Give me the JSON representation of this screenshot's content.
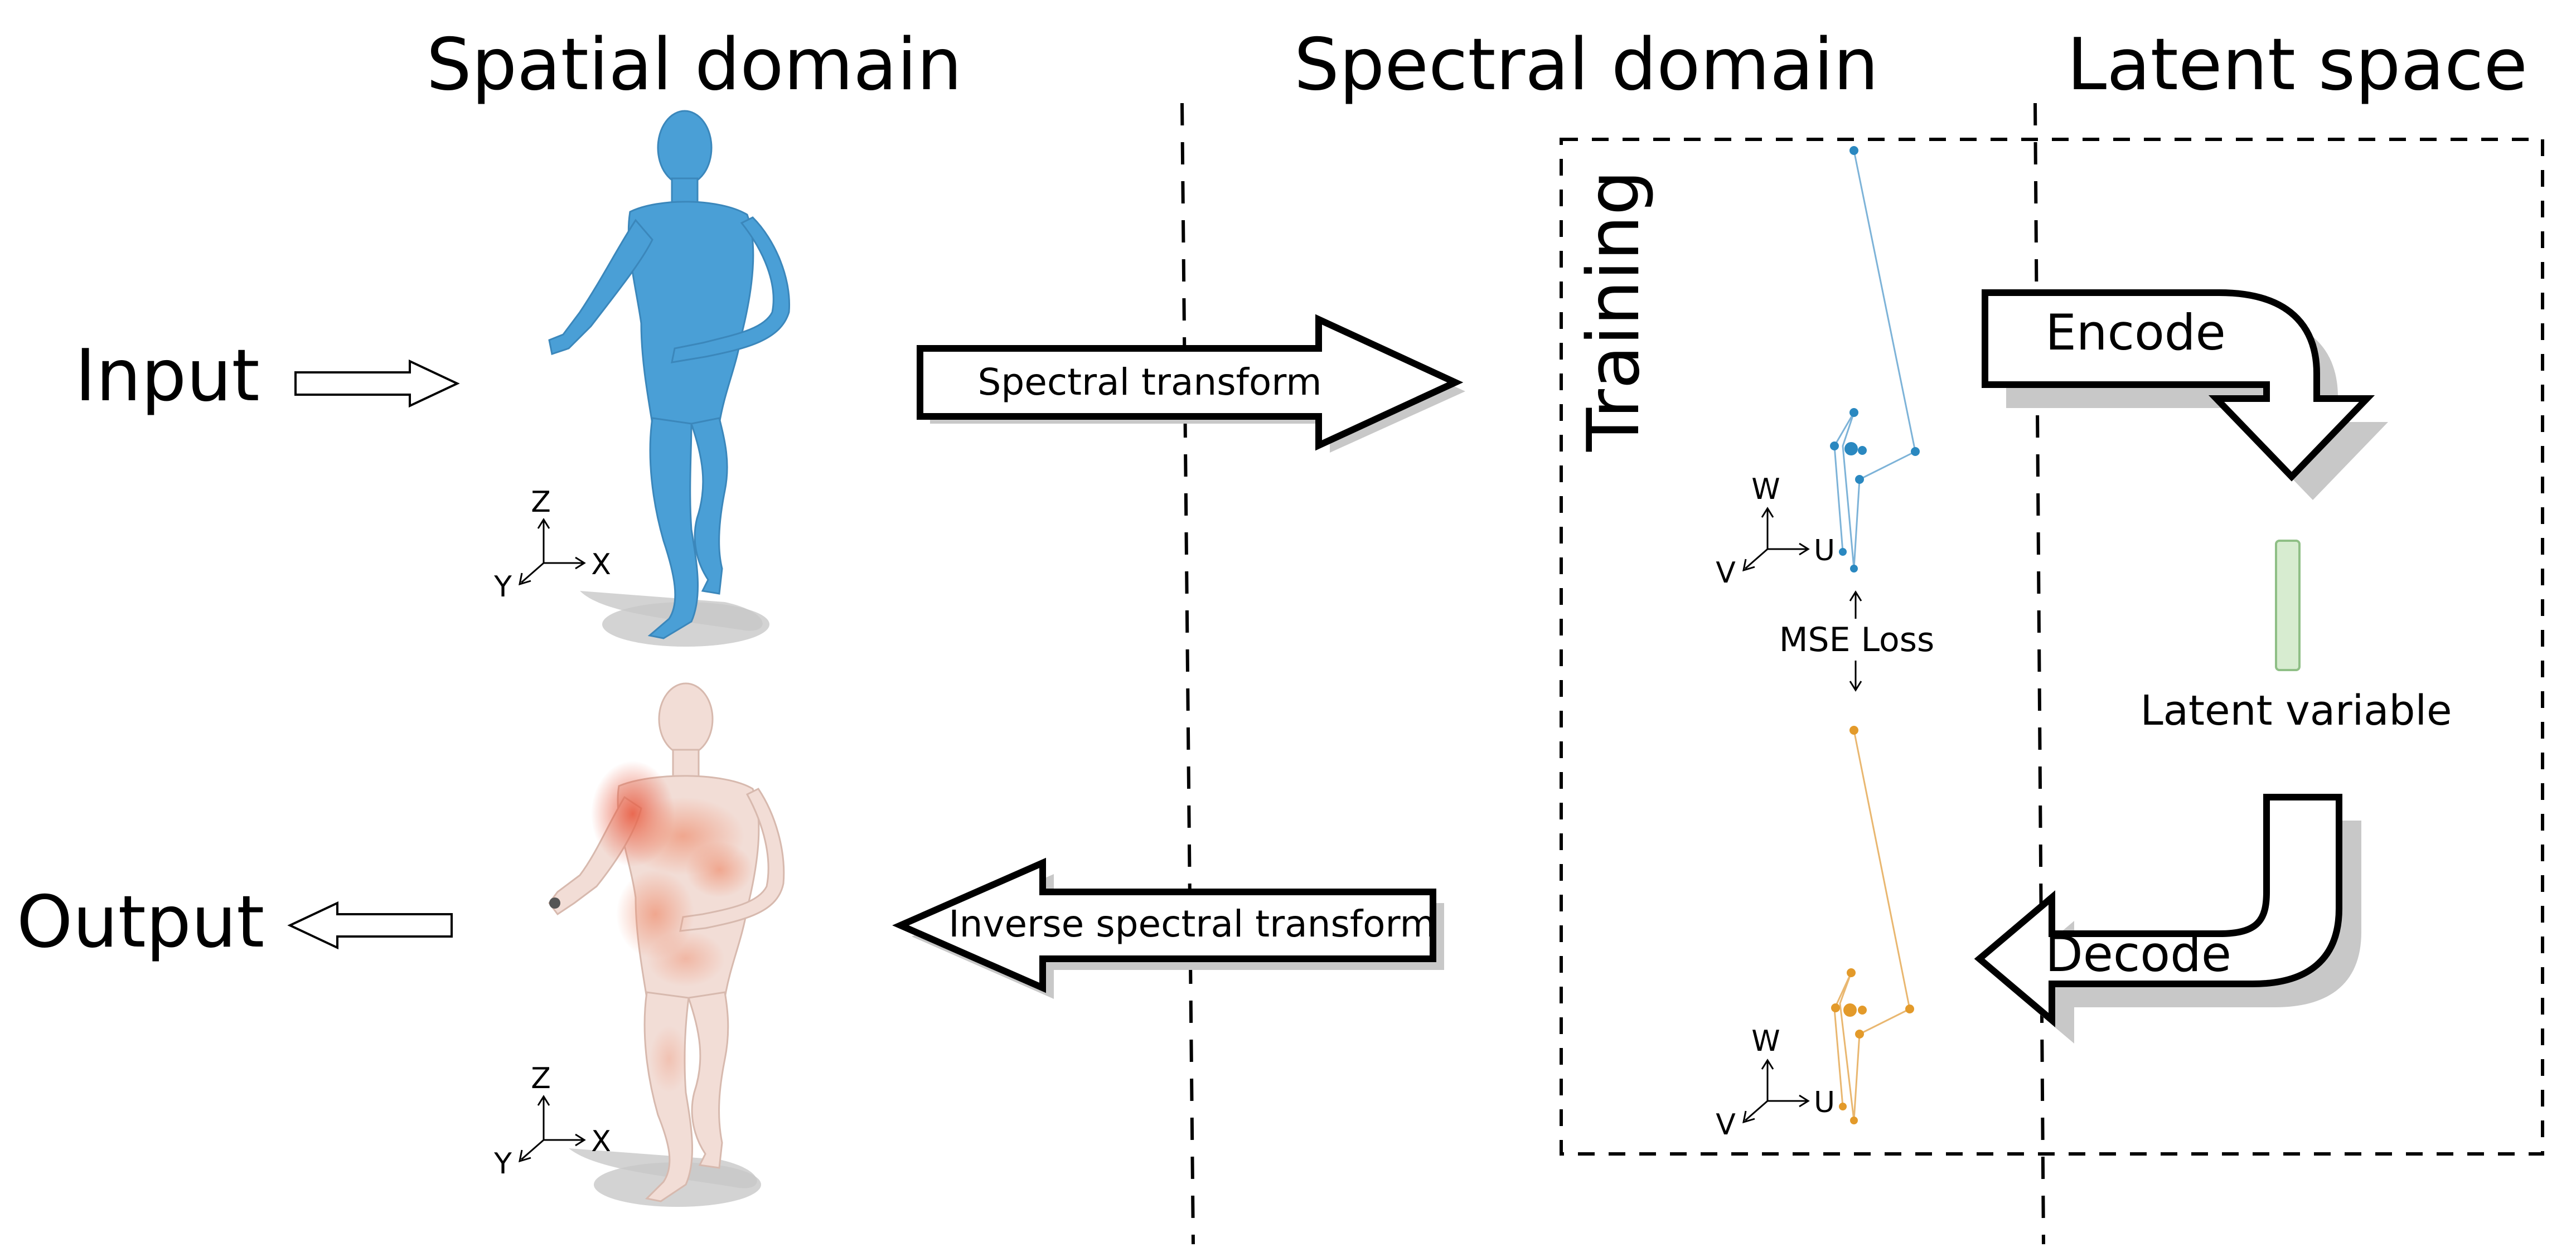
{
  "headers": {
    "spatial": "Spatial domain",
    "spectral": "Spectral domain",
    "latent": "Latent space"
  },
  "io": {
    "input": "Input",
    "output": "Output"
  },
  "arrows": {
    "spectral_transform": "Spectral transform",
    "inverse_spectral_transform": "Inverse spectral transform",
    "encode": "Encode",
    "decode": "Decode"
  },
  "training": "Training",
  "mse_loss": "MSE Loss",
  "latent_variable": "Latent variable",
  "spatial_axes": {
    "z": "Z",
    "x": "X",
    "y": "Y"
  },
  "spectral_axes": {
    "w": "W",
    "u": "U",
    "v": "V"
  },
  "colors": {
    "input_body": "#4a9fd6",
    "output_body": "#f2ddd6",
    "output_heat": "#e8553a",
    "input_spectrum": "#2a88c0",
    "output_spectrum": "#e39a2a",
    "latent_bar": "#d7ecd0",
    "latent_bar_stroke": "#8fbf86",
    "shadow": "#c8c8c8"
  }
}
